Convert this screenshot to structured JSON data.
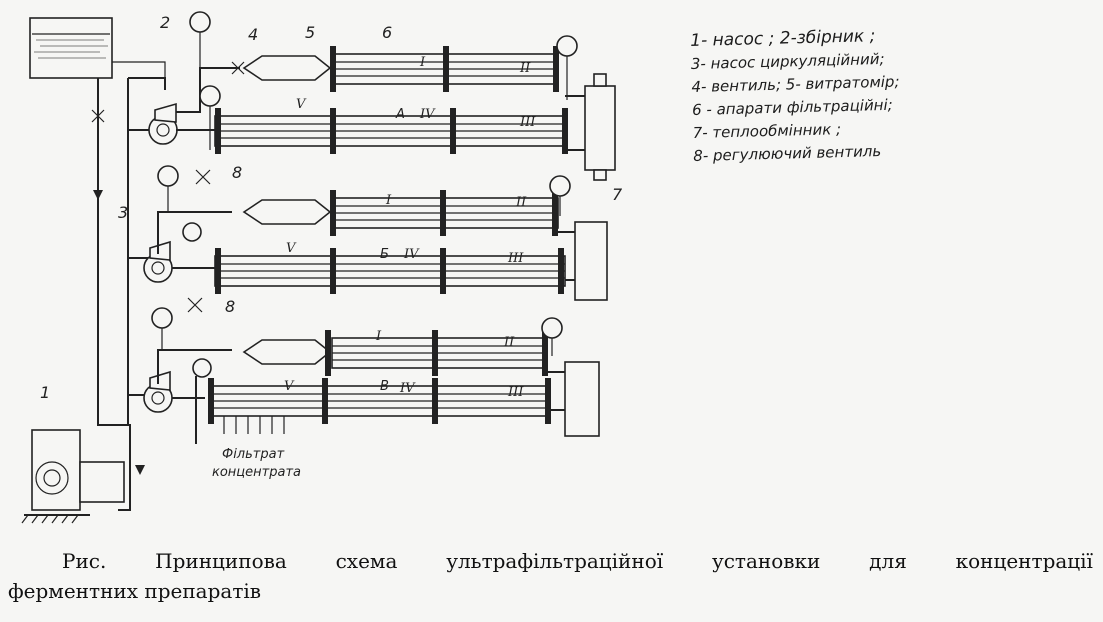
{
  "diagram": {
    "callouts": [
      "1",
      "2",
      "3",
      "4",
      "5",
      "6",
      "7",
      "8",
      "8"
    ],
    "section_labels": [
      "А",
      "Б",
      "В"
    ],
    "module_labels": [
      "I",
      "II",
      "III",
      "IV",
      "V"
    ],
    "filtrate_label": [
      "Фільтрат",
      "концентрата"
    ]
  },
  "legend": {
    "lines": [
      "1- насос ; 2-збірник ;",
      "3- насос циркуляційний;",
      "4- вентиль; 5- витратомір;",
      "6 - апарати фільтраційні;",
      "7- теплообмінник ;",
      "8- регулюючий вентиль"
    ]
  },
  "caption": {
    "line1_words": [
      "Рис.",
      "Принципова",
      "схема",
      "ультрафільтраційної",
      "установки",
      "для",
      "концентрації"
    ],
    "line2": "ферментних препаратів"
  }
}
